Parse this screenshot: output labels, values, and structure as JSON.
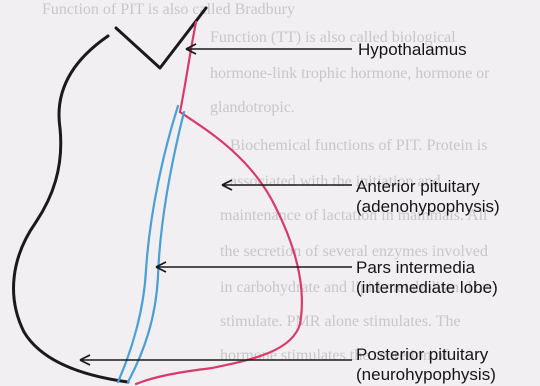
{
  "background_text": [
    "Function of PIT is also called Bradbury",
    "Function (TT) is also called biological",
    "hormone-link trophic hormone, hormone or",
    "glandotropic.",
    "Biochemical functions of PIT. Protein is",
    "associated with the initiation and",
    "maintenance of lactation in mammals. All",
    "the secretion of several enzymes involved",
    "in carbohydrate and lipid metabolism. Has",
    "stimulate. PMR alone stimulates. The",
    "hormone stimulates the secretion of"
  ],
  "labels": {
    "hypothalamus": "Hypothalamus",
    "anterior_line1": "Anterior pituitary",
    "anterior_line2": "(adenohypophysis)",
    "pars_line1": "Pars intermedia",
    "pars_line2": "(intermediate lobe)",
    "posterior_line1": "Posterior pituitary",
    "posterior_line2": "(neurohypophysis)"
  },
  "colors": {
    "outline": "#1a1a1a",
    "anterior_boundary": "#d83a6a",
    "intermediate_boundary": "#4a9fd6",
    "background_text": "#c9c6cb"
  }
}
